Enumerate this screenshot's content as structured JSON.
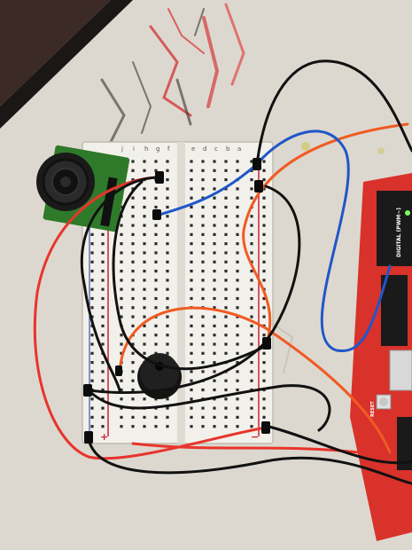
{
  "scene": {
    "breadboard": {
      "column_letters_left": [
        "j",
        "i",
        "h",
        "g",
        "f"
      ],
      "column_letters_right": [
        "e",
        "d",
        "c",
        "b",
        "a"
      ],
      "rail_plus": "+",
      "rail_minus": "−"
    },
    "arduino_board": {
      "digital_pwm_label": "DIGITAL (PWM~)",
      "reset_label": "RESET"
    },
    "colors": {
      "table": "#ddd8cf",
      "breadboard": "#f2f0ea",
      "wire_red": "#e8342c",
      "wire_orange": "#f05a23",
      "wire_blue": "#1f57c8",
      "wire_black": "#111111",
      "sensor_pcb": "#2f7a2a",
      "arduino_pcb": "#d8322b"
    }
  }
}
